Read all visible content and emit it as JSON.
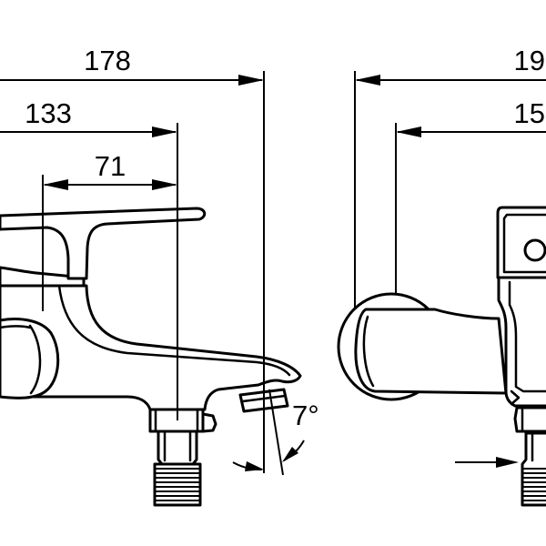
{
  "left_view": {
    "overall_width_label": "178",
    "spout_reach_label": "133",
    "lever_offset_label": "71",
    "angle_label": "7°"
  },
  "right_view": {
    "overall_depth_label": "19",
    "handle_depth_label": "15"
  },
  "colors": {
    "line": "#000000",
    "background": "#ffffff"
  }
}
